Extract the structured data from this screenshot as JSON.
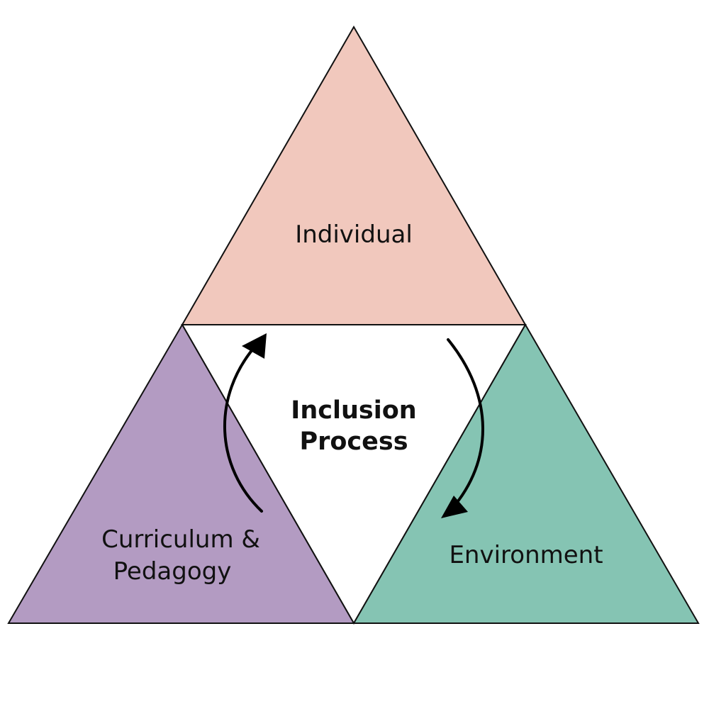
{
  "colors": {
    "individual": "#f1c8bd",
    "curriculum": "#b39bc2",
    "environment": "#85c4b3",
    "center": "#ffffff",
    "stroke": "#111111",
    "arrow": "#000000"
  },
  "labels": {
    "individual": "Individual",
    "curriculum_line1": "Curriculum &",
    "curriculum_line2": "Pedagogy",
    "environment": "Environment",
    "center_line1": "Inclusion",
    "center_line2": "Process"
  },
  "icons": {
    "left_arrow": "curved-arrow-up-icon",
    "right_arrow": "curved-arrow-down-icon"
  }
}
